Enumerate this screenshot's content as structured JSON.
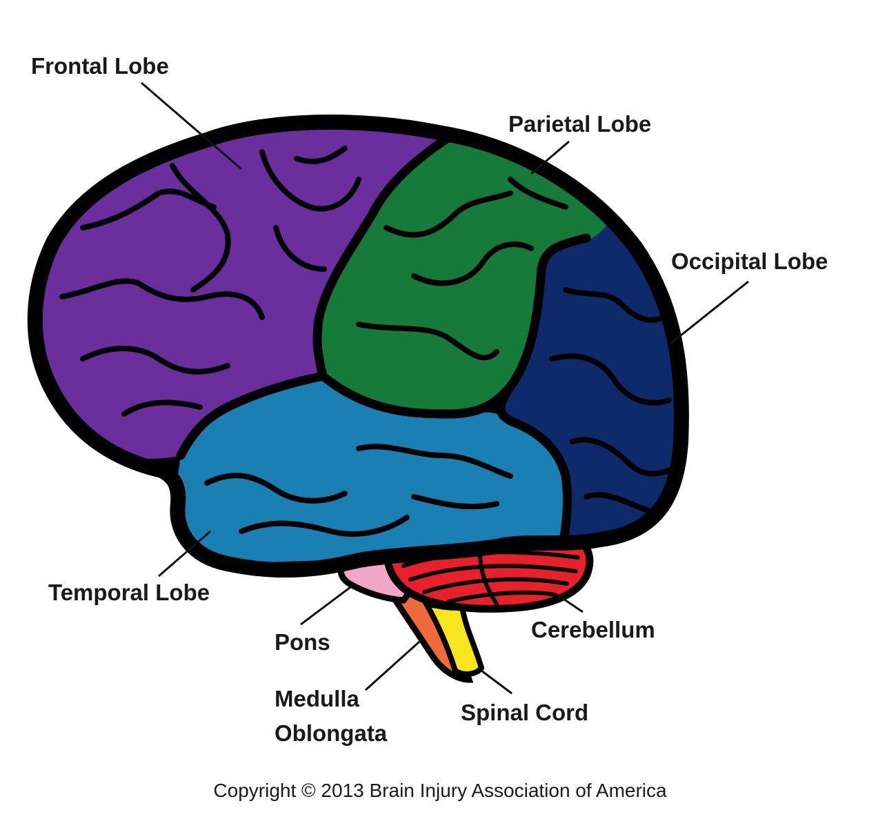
{
  "labels": {
    "frontal": "Frontal Lobe",
    "parietal": "Parietal Lobe",
    "occipital": "Occipital Lobe",
    "temporal": "Temporal Lobe",
    "pons": "Pons",
    "medulla_line1": "Medulla",
    "medulla_line2": "Oblongata",
    "cerebellum": "Cerebellum",
    "spinal_cord": "Spinal Cord"
  },
  "copyright": "Copyright © 2013 Brain Injury Association of America",
  "colors": {
    "frontal": "#6a2f9c",
    "parietal": "#157a3a",
    "occipital": "#0e2a6b",
    "temporal": "#1a7fb2",
    "cerebellum": "#e8202a",
    "pons": "#f2a7c6",
    "medulla": "#ef6b3a",
    "spinal_cord": "#f6e61b",
    "outline": "#000000"
  }
}
